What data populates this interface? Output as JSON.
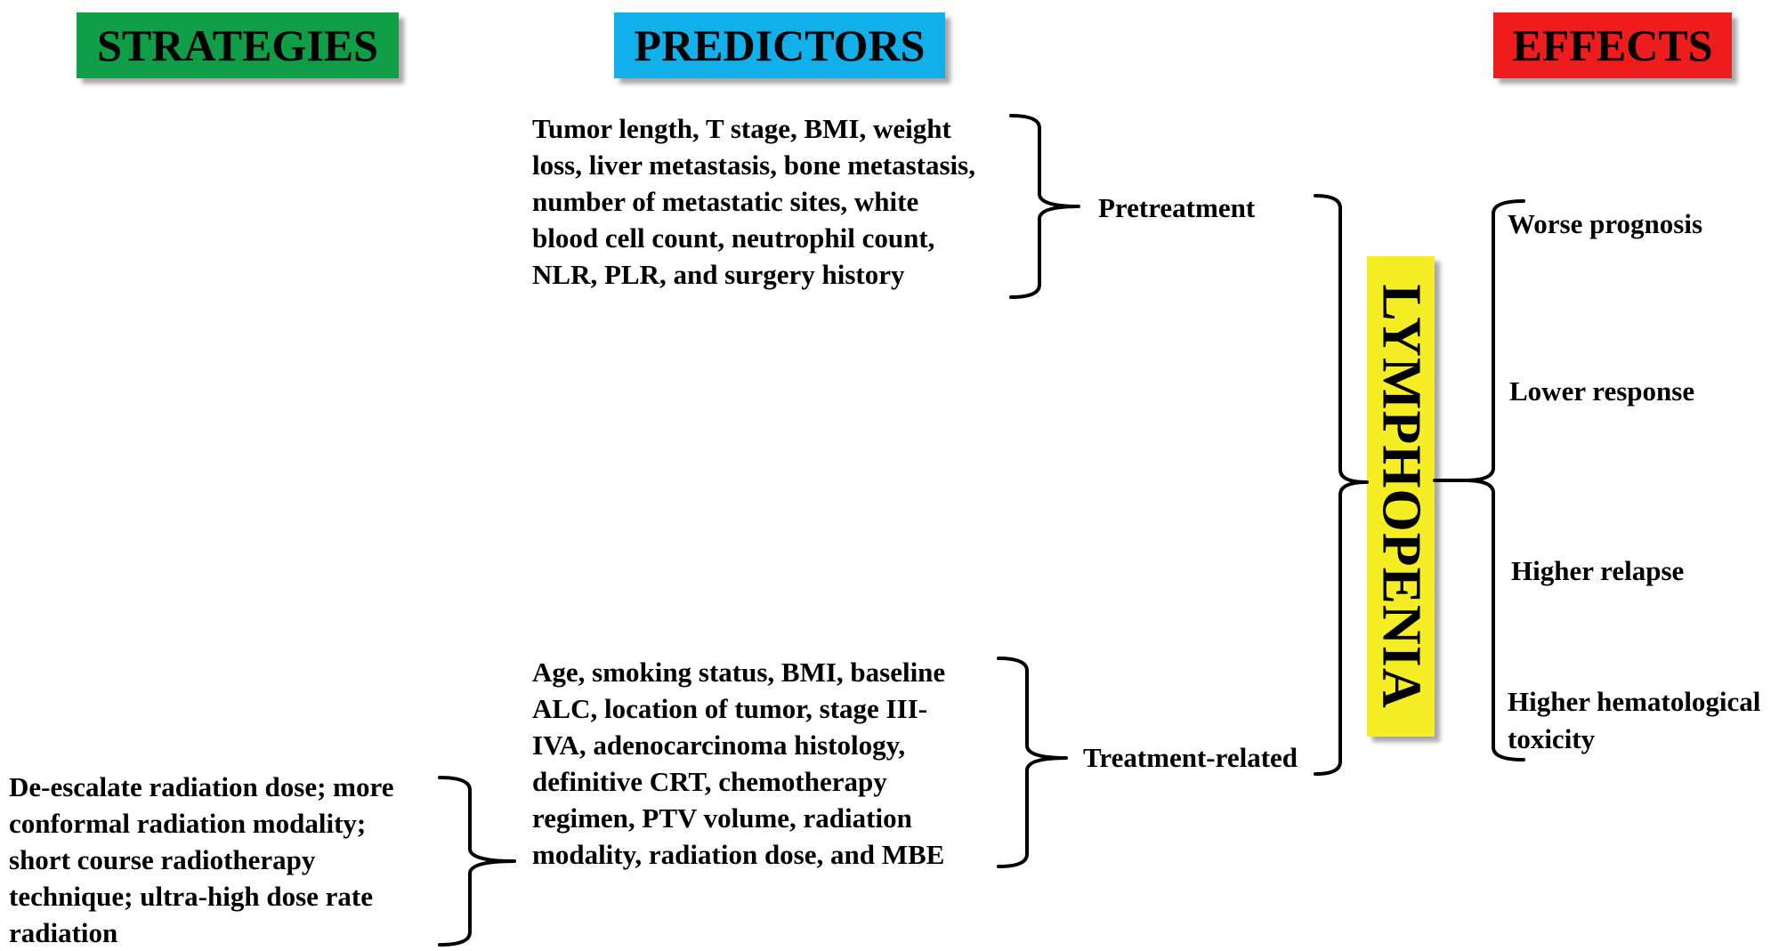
{
  "headers": {
    "strategies": "STRATEGIES",
    "predictors": "PREDICTORS",
    "effects": "EFFECTS"
  },
  "colors": {
    "strategies": "#0f9d48",
    "predictors": "#12b0ea",
    "effects": "#ee1c1c",
    "lymphopenia": "#f5ee24"
  },
  "predictors": {
    "pretreatment": {
      "label": "Pretreatment",
      "lines": [
        "Tumor length, T stage, BMI, weight",
        "loss, liver metastasis, bone metastasis,",
        "number of metastatic sites, white",
        "blood cell count, neutrophil count,",
        "NLR, PLR, and surgery history"
      ]
    },
    "treatment_related": {
      "label": "Treatment-related",
      "lines": [
        "Age, smoking status, BMI, baseline",
        "ALC, location of tumor, stage III-",
        "IVA, adenocarcinoma histology,",
        "definitive CRT, chemotherapy",
        "regimen, PTV volume, radiation",
        "modality, radiation dose, and MBE"
      ]
    }
  },
  "strategies": {
    "lines": [
      "De-escalate radiation dose; more",
      "conformal radiation modality;",
      "short course radiotherapy",
      "technique; ultra-high dose rate",
      "radiation"
    ]
  },
  "center": {
    "label": "LYMPHOPENIA"
  },
  "effects": {
    "items": [
      {
        "lines": [
          "Worse prognosis"
        ]
      },
      {
        "lines": [
          "Lower response"
        ]
      },
      {
        "lines": [
          "Higher relapse"
        ]
      },
      {
        "lines": [
          "Higher hematological",
          "toxicity"
        ]
      }
    ]
  }
}
